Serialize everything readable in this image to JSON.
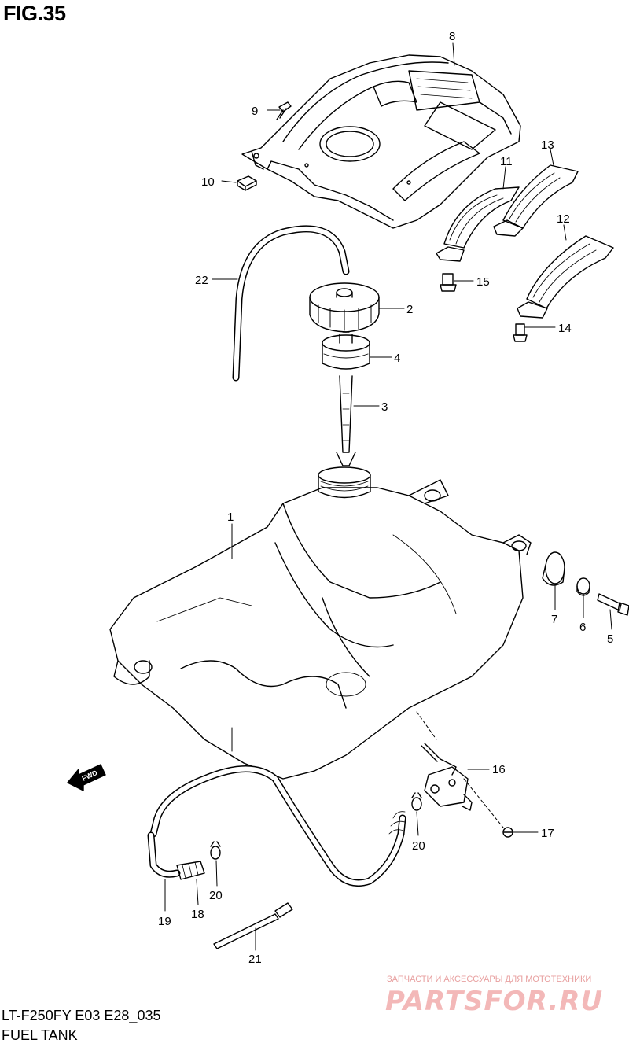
{
  "header": {
    "figure_label": "FIG.35"
  },
  "footer": {
    "model_code": "LT-F250FY  E03  E28_035",
    "section_title": "FUEL TANK"
  },
  "direction_arrow": {
    "label": "FWD"
  },
  "watermark": {
    "tagline": "ЗАПЧАСТИ И АКСЕССУАРЫ ДЛЯ МОТОТЕХНИКИ",
    "logo": "PARTSFOR.RU"
  },
  "callouts": {
    "p1": "1",
    "p2": "2",
    "p3": "3",
    "p4": "4",
    "p5": "5",
    "p6": "6",
    "p7": "7",
    "p8": "8",
    "p9": "9",
    "p10": "10",
    "p11": "11",
    "p12": "12",
    "p13": "13",
    "p14": "14",
    "p15": "15",
    "p16": "16",
    "p17": "17",
    "p18": "18",
    "p19": "19",
    "p20a": "20",
    "p20b": "20",
    "p21": "21",
    "p22": "22"
  }
}
